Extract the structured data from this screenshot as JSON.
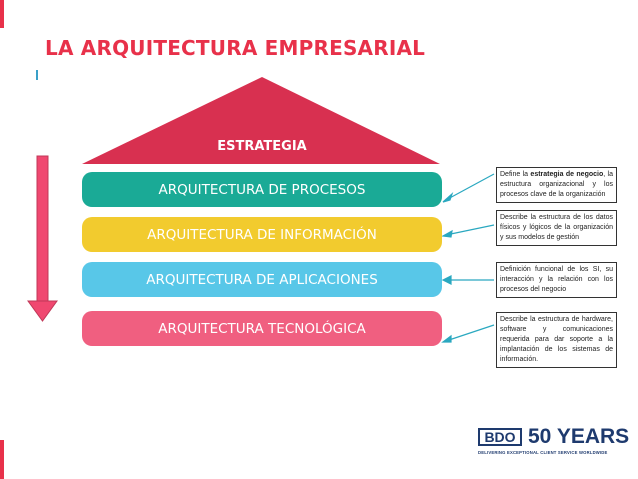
{
  "title": "LA ARQUITECTURA EMPRESARIAL",
  "colors": {
    "accent": "#e8314a",
    "strategy": "#d83050",
    "processes": "#1aaa96",
    "information": "#f2cb2e",
    "applications": "#58c7e8",
    "technology": "#f05f80",
    "arrow": "#f04870",
    "connector": "#2aa8c0"
  },
  "strategy_label": "ESTRATEGIA",
  "layers": [
    {
      "label": "ARQUITECTURA DE PROCESOS"
    },
    {
      "label": "ARQUITECTURA DE INFORMACIÓN"
    },
    {
      "label": "ARQUITECTURA DE APLICACIONES"
    },
    {
      "label": "ARQUITECTURA TECNOLÓGICA"
    }
  ],
  "descriptions": [
    {
      "pre": "Define la ",
      "bold": "estrategia de negocio",
      "post": ", la estructura organizacional y los procesos clave de la organización"
    },
    {
      "pre": "Describe la estructura de los datos físicos y lógicos de la organización y sus modelos de gestión",
      "bold": "",
      "post": ""
    },
    {
      "pre": "Definición funcional de los SI, su interacción y la relación con los procesos del negocio",
      "bold": "",
      "post": ""
    },
    {
      "pre": "Describe la estructura de hardware, software y comunicaciones requerida para dar soporte a la implantación de los sistemas de información.",
      "bold": "",
      "post": ""
    }
  ],
  "logo": {
    "brand": "BDO",
    "years": "50 YEARS",
    "tagline": "DELIVERING EXCEPTIONAL CLIENT SERVICE WORLDWIDE"
  }
}
